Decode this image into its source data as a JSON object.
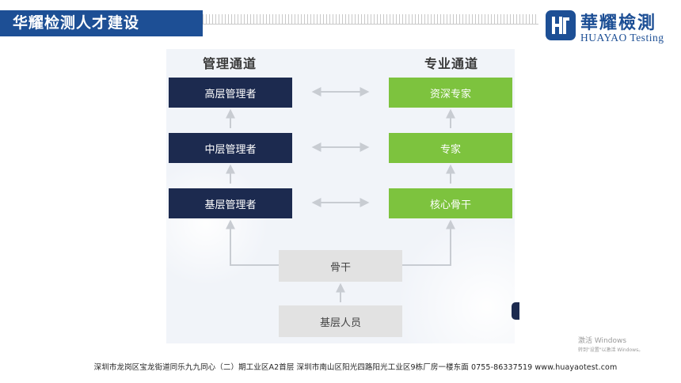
{
  "header": {
    "title": "华耀检测人才建设"
  },
  "logo": {
    "name_cn": "華耀檢測",
    "name_en": "HUAYAO Testing",
    "icon": "hy-logo-icon",
    "brand_color": "#1d4f95"
  },
  "diagram": {
    "management_title": "管理通道",
    "professional_title": "专业通道",
    "management_levels": [
      "高层管理者",
      "中层管理者",
      "基层管理者"
    ],
    "professional_levels": [
      "资深专家",
      "专家",
      "核心骨干"
    ],
    "backbone": "骨干",
    "base": "基层人员",
    "colors": {
      "management": "#1c2a4f",
      "professional": "#7dc33e",
      "common": "#e2e2e2",
      "arrow": "#c8ccd2"
    }
  },
  "watermark": {
    "line1": "激活 Windows",
    "line2": "转到\"设置\"以激活 Windows。"
  },
  "footer": {
    "text": "深圳市龙岗区宝龙街道同乐九九同心（二）期工业区A2首层    深圳市南山区阳光四路阳光工业区9栋厂房一楼东面    0755-86337519   www.huayaotest.com"
  }
}
